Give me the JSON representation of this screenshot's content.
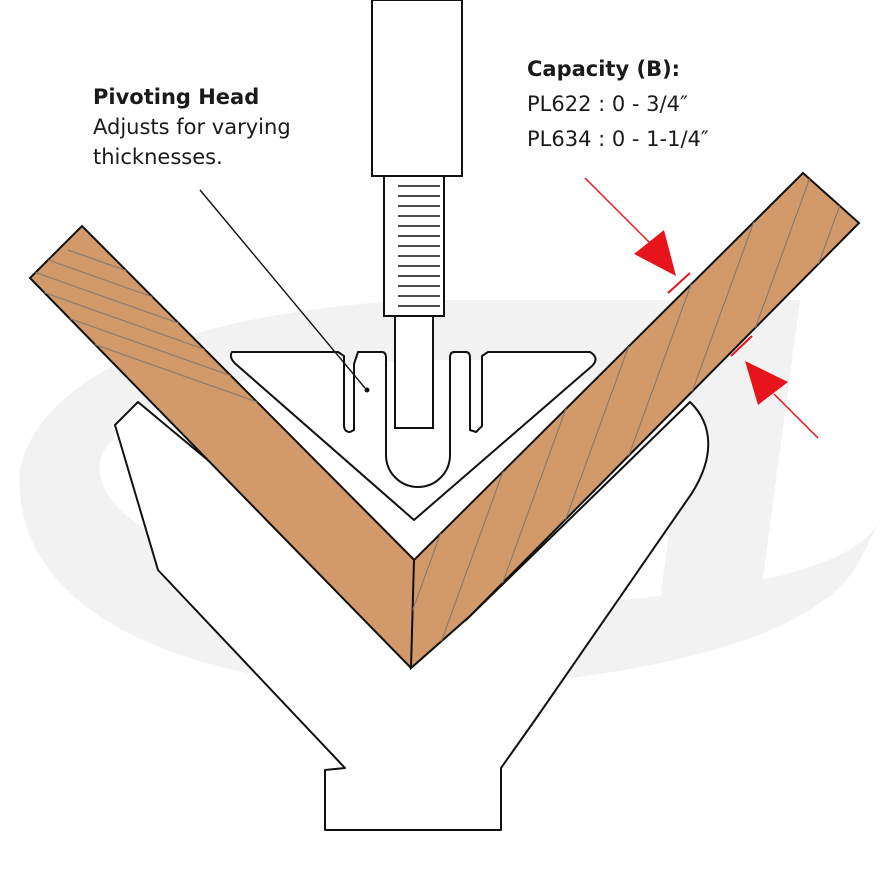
{
  "head_callout": {
    "title": "Pivoting Head",
    "lines": [
      "Adjusts for varying",
      "thicknesses."
    ]
  },
  "capacity_callout": {
    "title": "Capacity (B):",
    "lines": [
      "PL622 : 0 - 3/4″",
      "PL634 : 0 - 1-1/4″"
    ]
  },
  "colors": {
    "workpiece": "#d29a6a",
    "workpiece_grain": "#8a7a6e",
    "arrow": "#e8141c",
    "watermark": "#f2f2f2",
    "outline": "#111111"
  },
  "icons": {
    "capacity_arrows": "red-dimension-arrow-icon",
    "watermark": "brand-logo-watermark"
  }
}
